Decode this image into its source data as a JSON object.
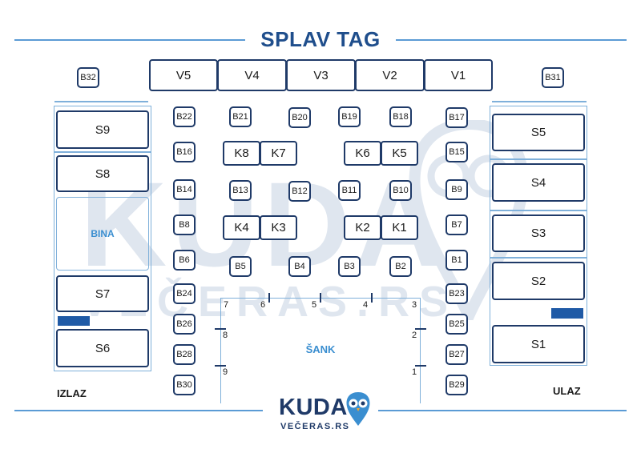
{
  "title": "SPLAV TAG",
  "corner_seats": {
    "left": "B32",
    "right": "B31"
  },
  "v_boxes": [
    "V5",
    "V4",
    "V3",
    "V2",
    "V1"
  ],
  "left_column": {
    "s9": "S9",
    "s8": "S8",
    "bina": "BINA",
    "s7": "S7",
    "s6": "S6"
  },
  "right_column": {
    "s5": "S5",
    "s4": "S4",
    "s3": "S3",
    "s2": "S2",
    "s1": "S1"
  },
  "seats": {
    "b22": "B22",
    "b21": "B21",
    "b20": "B20",
    "b19": "B19",
    "b18": "B18",
    "b17": "B17",
    "b16": "B16",
    "b15": "B15",
    "b14": "B14",
    "b13": "B13",
    "b12": "B12",
    "b11": "B11",
    "b10": "B10",
    "b9": "B9",
    "b8": "B8",
    "b7": "B7",
    "b6": "B6",
    "b5": "B5",
    "b4": "B4",
    "b3": "B3",
    "b2": "B2",
    "b1": "B1",
    "b24": "B24",
    "b23": "B23",
    "b26": "B26",
    "b25": "B25",
    "b28": "B28",
    "b27": "B27",
    "b30": "B30",
    "b29": "B29"
  },
  "k_tables": {
    "k8": "K8",
    "k7": "K7",
    "k6": "K6",
    "k5": "K5",
    "k4": "K4",
    "k3": "K3",
    "k2": "K2",
    "k1": "K1"
  },
  "bar": {
    "label": "ŠANK",
    "numbers": {
      "n1": "1",
      "n2": "2",
      "n3": "3",
      "n4": "4",
      "n5": "5",
      "n6": "6",
      "n7": "7",
      "n8": "8",
      "n9": "9"
    }
  },
  "exit_label": "IZLAZ",
  "entrance_label": "ULAZ",
  "watermark": {
    "big": "KUDA",
    "small": "VEČERAS.RS"
  },
  "logo": {
    "name": "KUDA",
    "sub": "VEČERAS.RS"
  },
  "colors": {
    "accent": "#1f4e8c",
    "line": "#5b9bd5",
    "border": "#1f3a68"
  }
}
